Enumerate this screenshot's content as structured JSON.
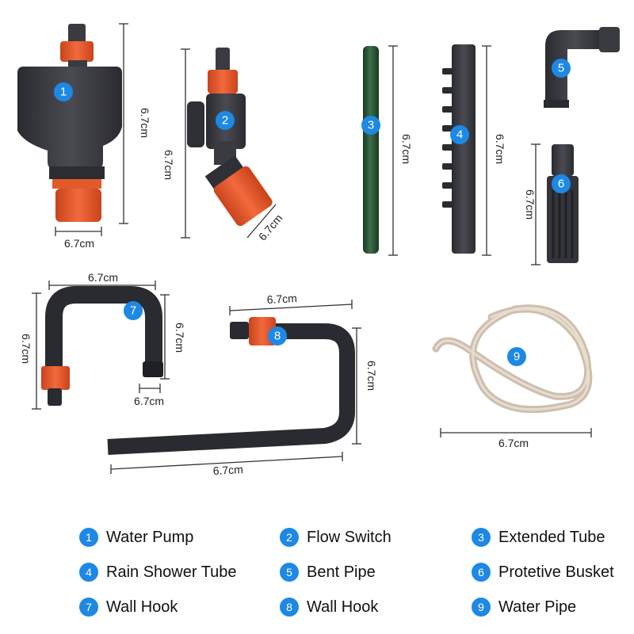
{
  "dimension_label": "6.7cm",
  "colors": {
    "badge": "#1e88e5",
    "part_dark": "#3c3d42",
    "fitting_orange": "#e8572a",
    "extended_tube_green": "#1f4a2c",
    "water_pipe": "#c8b8a6"
  },
  "parts": [
    {
      "number": "1",
      "name": "Water Pump"
    },
    {
      "number": "2",
      "name": "Flow Switch"
    },
    {
      "number": "3",
      "name": "Extended Tube"
    },
    {
      "number": "4",
      "name": "Rain Shower Tube"
    },
    {
      "number": "5",
      "name": "Bent Pipe"
    },
    {
      "number": "6",
      "name": "Protetive Busket"
    },
    {
      "number": "7",
      "name": "Wall Hook"
    },
    {
      "number": "8",
      "name": "Wall Hook"
    },
    {
      "number": "9",
      "name": "Water Pipe"
    }
  ]
}
